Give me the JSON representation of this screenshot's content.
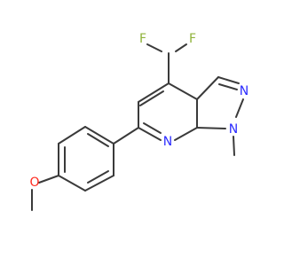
{
  "colors": {
    "bond": "#3a3a3a",
    "carbon_text": "#3a3a3a",
    "nitrogen": "#2c2cff",
    "oxygen": "#ff2a1f",
    "fluorine": "#8fb33a"
  },
  "atoms": {
    "f1": "F",
    "f2": "F",
    "n_ring_top": "N",
    "n_pyrazole": "N",
    "n_pyridine": "N",
    "o_methoxy": "O"
  }
}
